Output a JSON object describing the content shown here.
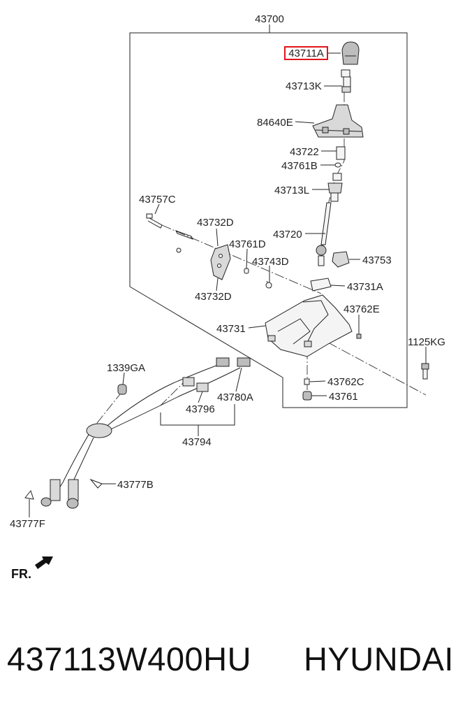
{
  "labels": {
    "l43700": "43700",
    "l43711A": "43711A",
    "l43713K": "43713K",
    "l84640E": "84640E",
    "l43722": "43722",
    "l43761B": "43761B",
    "l43713L": "43713L",
    "l43757C": "43757C",
    "l43732D_top": "43732D",
    "l43720": "43720",
    "l43761D": "43761D",
    "l43753": "43753",
    "l43743D": "43743D",
    "l43731A": "43731A",
    "l43732D_bot": "43732D",
    "l43762E": "43762E",
    "l43731": "43731",
    "l1125KG": "1125KG",
    "l1339GA": "1339GA",
    "l43762C": "43762C",
    "l43780A": "43780A",
    "l43796": "43796",
    "l43761": "43761",
    "l43794": "43794",
    "l43777B": "43777B",
    "l43777F": "43777F",
    "fr": "FR."
  },
  "highlight_color": "#e0151b",
  "footer": {
    "part_number": "437113W400HU",
    "brand": "HYUNDAI"
  }
}
